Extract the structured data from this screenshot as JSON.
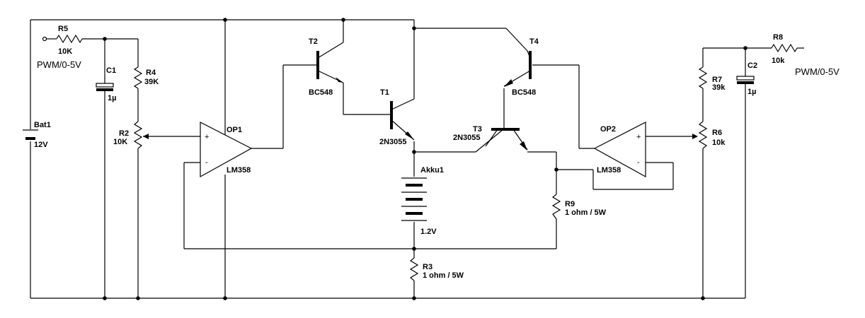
{
  "labels": {
    "r5_name": "R5",
    "r5_value": "10K",
    "pwm_left": "PWM/0-5V",
    "c1_name": "C1",
    "c1_value": "1µ",
    "r4_name": "R4",
    "r4_value": "39K",
    "bat1_name": "Bat1",
    "bat1_value": "12V",
    "r2_name": "R2",
    "r2_value": "10K",
    "op1_name": "OP1",
    "op1_type": "LM358",
    "t2_name": "T2",
    "t2_type": "BC548",
    "t1_name": "T1",
    "t1_type": "2N3055",
    "akku_name": "Akku1",
    "akku_value": "1.2V",
    "r3_name": "R3",
    "r3_value": "1 ohm / 5W",
    "t4_name": "T4",
    "t4_type": "BC548",
    "t3_name": "T3",
    "t3_type": "2N3055",
    "r9_name": "R9",
    "r9_value": "1 ohm / 5W",
    "op2_name": "OP2",
    "op2_type": "LM358",
    "r7_name": "R7",
    "r7_value": "39k",
    "r6_name": "R6",
    "r6_value": "10k",
    "c2_name": "C2",
    "c2_value": "1µ",
    "r8_name": "R8",
    "r8_value": "10k",
    "pwm_right": "PWM/0-5V",
    "plus": "+",
    "minus": "-"
  }
}
